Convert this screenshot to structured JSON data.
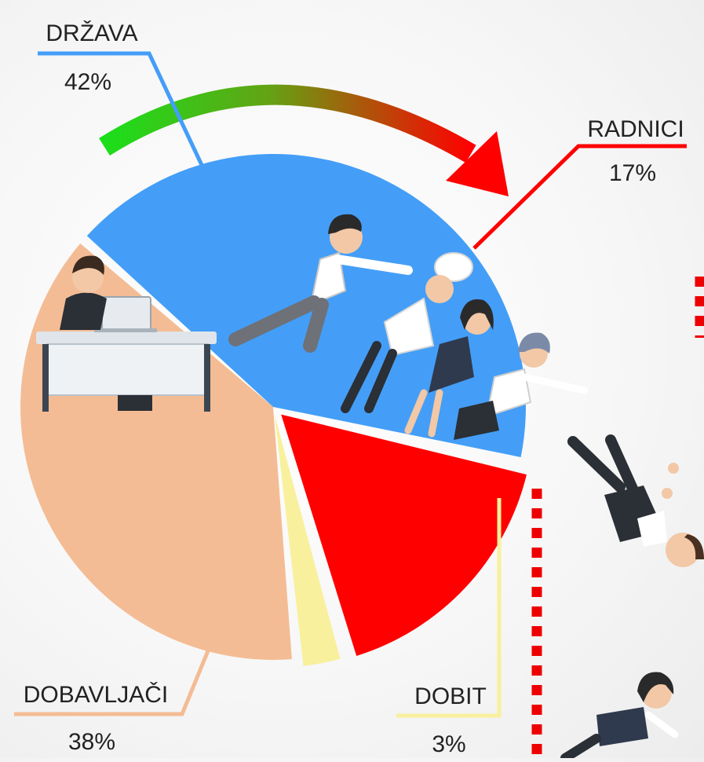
{
  "chart_data": {
    "type": "pie",
    "title": "",
    "slices": [
      {
        "label": "DRŽAVA",
        "value": 42,
        "display": "42%",
        "color": "#449ef7"
      },
      {
        "label": "RADNICI",
        "value": 17,
        "display": "17%",
        "color": "#ff0000"
      },
      {
        "label": "DOBIT",
        "value": 3,
        "display": "3%",
        "color": "#f8f09c"
      },
      {
        "label": "DOBAVLJAČI",
        "value": 38,
        "display": "38%",
        "color": "#f4bc94"
      }
    ],
    "legend": "none",
    "arrow": {
      "from": "DRŽAVA",
      "to": "RADNICI",
      "gradient": [
        "#1bdf1b",
        "#ff0000"
      ]
    }
  }
}
